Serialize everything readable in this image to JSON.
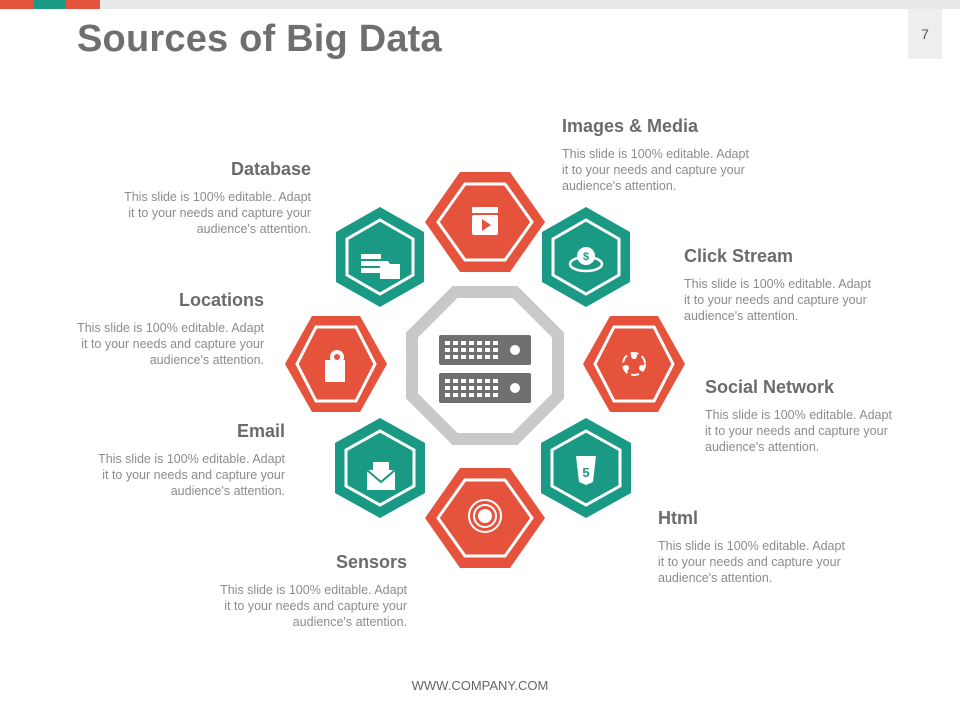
{
  "slide": {
    "title": "Sources of Big Data",
    "page_number": "7",
    "footer": "WWW.COMPANY.COM"
  },
  "colors": {
    "red": "#e5533d",
    "teal": "#1a9985",
    "center_ring": "#c9c9c9",
    "center_icon": "#707070",
    "heading": "#6b6b6b",
    "body": "#8c8c8c"
  },
  "accent_bar": [
    "#e5533d",
    "#1a9985",
    "#e5533d"
  ],
  "sources": [
    {
      "heading": "Images & Media",
      "text": [
        "This slide is 100% editable. Adapt",
        "it to your needs and capture your",
        "audience's attention."
      ],
      "icon": "film-clapper-icon",
      "color": "red"
    },
    {
      "heading": "Click Stream",
      "text": [
        "This slide is 100% editable. Adapt",
        "it to your needs and capture your",
        "audience's attention."
      ],
      "icon": "money-cycle-icon",
      "color": "teal"
    },
    {
      "heading": "Social Network",
      "text": [
        "This slide is 100% editable. Adapt",
        "it to your needs and capture your",
        "audience's attention."
      ],
      "icon": "people-network-icon",
      "color": "red"
    },
    {
      "heading": "Html",
      "text": [
        "This slide is 100% editable. Adapt",
        "it to your needs and capture your",
        "audience's attention."
      ],
      "icon": "html5-icon",
      "color": "teal"
    },
    {
      "heading": "Sensors",
      "text": [
        "This slide is 100% editable. Adapt",
        "it to your needs and capture your",
        "audience's attention."
      ],
      "icon": "signal-sensor-icon",
      "color": "red"
    },
    {
      "heading": "Email",
      "text": [
        "This slide is 100% editable. Adapt",
        "it to your needs and capture your",
        "audience's attention."
      ],
      "icon": "envelope-icon",
      "color": "teal"
    },
    {
      "heading": "Locations",
      "text": [
        "This slide is 100% editable. Adapt",
        "it to your needs and capture your",
        "audience's attention."
      ],
      "icon": "map-pin-icon",
      "color": "red"
    },
    {
      "heading": "Database",
      "text": [
        "This slide is 100% editable. Adapt",
        "it to your needs and capture your",
        "audience's attention."
      ],
      "icon": "database-folder-icon",
      "color": "teal"
    }
  ],
  "center": {
    "icon": "server-rack-icon"
  }
}
